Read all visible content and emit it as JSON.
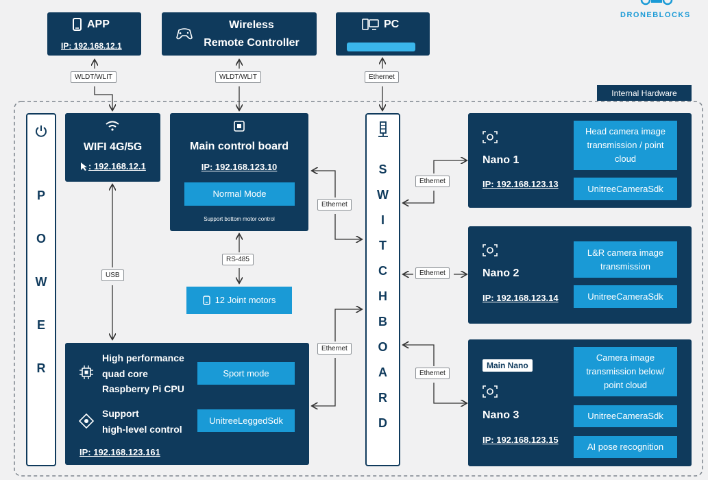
{
  "logo": {
    "text": "DRONEBLOCKS"
  },
  "app": {
    "title": "APP",
    "ip": "IP: 192.168.12.1"
  },
  "remote": {
    "title_line1": "Wireless",
    "title_line2": "Remote Controller"
  },
  "pc": {
    "title": "PC"
  },
  "internal_label": "Internal Hardware",
  "power": {
    "letters": [
      "P",
      "O",
      "W",
      "E",
      "R"
    ]
  },
  "wifi": {
    "title": "WIFI 4G/5G",
    "ip": ": 192.168.12.1"
  },
  "main_board": {
    "title": "Main control board",
    "ip": "IP: 192.168.123.10",
    "mode": "Normal Mode",
    "note": "Support bottom motor control"
  },
  "joint_motors": {
    "label": "12 Joint motors"
  },
  "cpu_block": {
    "cpu_line1": "High performance",
    "cpu_line2": "quad core",
    "cpu_line3": "Raspberry Pi CPU",
    "support_line1": "Support",
    "support_line2": "high-level control",
    "ip": "IP: 192.168.123.161",
    "sport_mode": "Sport mode",
    "sdk": "UnitreeLeggedSdk"
  },
  "switchboard": {
    "letters": [
      "S",
      "W",
      "I",
      "T",
      "C",
      "H",
      "B",
      "O",
      "A",
      "R",
      "D"
    ]
  },
  "nano1": {
    "title": "Nano 1",
    "ip": "IP: 192.168.123.13",
    "desc": "Head camera image transmission / point cloud",
    "sdk": "UnitreeCameraSdk"
  },
  "nano2": {
    "title": "Nano 2",
    "ip": "IP: 192.168.123.14",
    "desc": "L&R camera image transmission",
    "sdk": "UnitreeCameraSdk"
  },
  "nano3": {
    "badge": "Main Nano",
    "title": "Nano 3",
    "ip": "IP: 192.168.123.15",
    "desc": "Camera image transmission below/ point cloud",
    "sdk": "UnitreeCameraSdk",
    "ai": "AI pose recognition"
  },
  "links": {
    "app_wifi": "WLDT/WLIT",
    "remote_main": "WLDT/WLIT",
    "pc_switch": "Ethernet",
    "main_switch": "Ethernet",
    "wifi_cpu": "USB",
    "main_motors": "RS-485",
    "cpu_switch": "Ethernet",
    "switch_nano1": "Ethernet",
    "switch_nano2": "Ethernet",
    "switch_nano3": "Ethernet"
  }
}
